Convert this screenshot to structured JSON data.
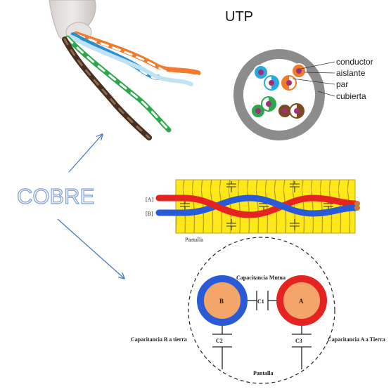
{
  "utp": {
    "title": "UTP",
    "labels": {
      "conductor": "conductor",
      "aislante": "aislante",
      "par": "par",
      "cubierta": "cubierta"
    }
  },
  "cobre": {
    "label": "COBRE"
  },
  "twisted_pair": {
    "wire_a": "[A]",
    "wire_b": "[B]",
    "shield": "Pantalla"
  },
  "capacitance": {
    "mutual": "Capacitancia Mutua",
    "b": "B",
    "a": "A",
    "c1": "C1",
    "c2": "C2",
    "c3": "C3",
    "b_ground": "Capacitancia  B a tierra",
    "a_ground": "Capacitancia  A a Tierra",
    "shield": "Pantalla"
  },
  "colors": {
    "pair_blue": "#29a9e0",
    "pair_orange": "#f07b2c",
    "pair_green": "#2aa84a",
    "pair_brown": "#7a4a22",
    "jacket": "#8c8c8c",
    "conductor_core": "#a0307c",
    "shield_yellow": "#ffe81a",
    "wire_red": "#e52421",
    "wire_blue": "#2a5bd7",
    "cap_orange": "#f4a56a",
    "arrow": "#4a7bbf",
    "cobre_fill": "#f4f8fd",
    "cobre_stroke": "#7f9ed0"
  }
}
